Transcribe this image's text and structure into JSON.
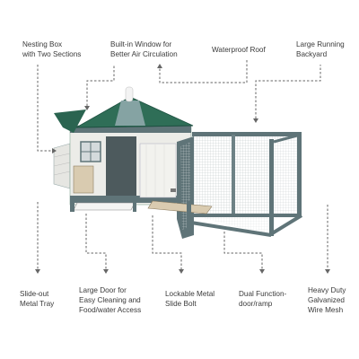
{
  "annotations": {
    "nesting_box": "Nesting Box\nwith Two Sections",
    "window": "Built-in Window for\nBetter Air Circulation",
    "roof": "Waterproof Roof",
    "backyard": "Large Running\nBackyard",
    "tray": "Slide-out\nMetal Tray",
    "door": "Large Door for\nEasy Cleaning and\nFood/water Access",
    "bolt": "Lockable Metal\nSlide Bolt",
    "ramp": "Dual Function-\ndoor/ramp",
    "mesh": "Heavy Duty\nGalvanized\nWire Mesh"
  },
  "colors": {
    "roof": "#2f6e57",
    "frame": "#5f7478",
    "body": "#e9e9e6",
    "wood": "#d9cbb0",
    "leader": "#666666"
  }
}
